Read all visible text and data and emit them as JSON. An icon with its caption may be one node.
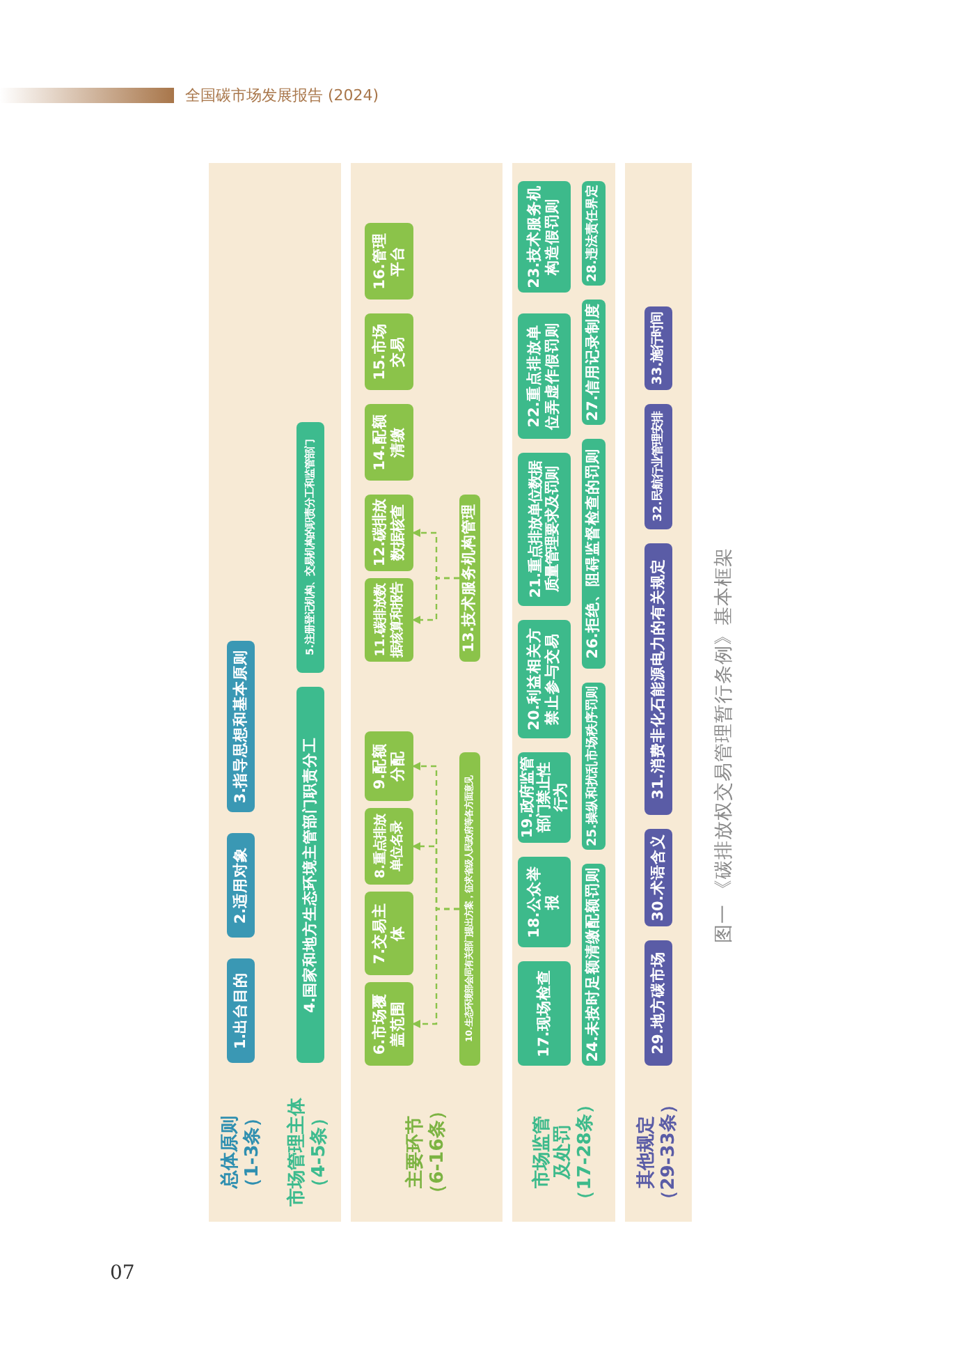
{
  "diagram": {
    "caption": "图一 《碳排放权交易管理暂行条例》基本框架",
    "nodes": [
      {
        "text": [
          "总体原则",
          "（1-3条）"
        ]
      },
      {
        "text": [
          "1.出台目的"
        ],
        "in": 0
      },
      {
        "text": [
          "2.适用对象"
        ],
        "in": 0
      },
      {
        "text": [
          "3.指导思想和基本原则"
        ],
        "in": 0
      },
      {
        "text": [
          "市场管理主体",
          "（4-5条）"
        ]
      },
      {
        "text": [
          "4.国家和地方生态环境主管部门职责分工"
        ],
        "in": 4
      },
      {
        "text": [
          "5.注册登记机构、交易机构的职责分工和监管部门"
        ],
        "in": 4
      },
      {
        "text": [
          "主要环节",
          "（6-16条）"
        ]
      },
      {
        "text": [
          "6.市场覆盖范围"
        ],
        "in": 7
      },
      {
        "text": [
          "7.交易主体"
        ],
        "in": 7
      },
      {
        "text": [
          "8.重点排放单位名录"
        ],
        "in": 7
      },
      {
        "text": [
          "9.配额分配"
        ],
        "in": 7
      },
      {
        "text": [
          "10.生态环境部会同有关部门提出方案，征求省级人民政府等各方面意见"
        ],
        "in": 7
      },
      {
        "text": [
          "11.碳排放数据核算和报告"
        ],
        "in": 7
      },
      {
        "text": [
          "12.碳排放数据核查"
        ],
        "in": 7
      },
      {
        "text": [
          "13.技术服务机构管理"
        ],
        "in": 7
      },
      {
        "text": [
          "14.配额清缴"
        ],
        "in": 7
      },
      {
        "text": [
          "15.市场交易"
        ],
        "in": 7
      },
      {
        "text": [
          "16.管理平台"
        ],
        "in": 7
      },
      {
        "text": [
          "市场监管及处罚",
          "（17-28条）"
        ]
      },
      {
        "text": [
          "17.现场检查"
        ],
        "in": 19
      },
      {
        "text": [
          "18.公众举报"
        ],
        "in": 19
      },
      {
        "text": [
          "19.政府监管部门禁止性行为"
        ],
        "in": 19
      },
      {
        "text": [
          "20.利益相关方禁止参与交易"
        ],
        "in": 19
      },
      {
        "text": [
          "21.重点排放单位数据质量管理要求及罚则"
        ],
        "in": 19
      },
      {
        "text": [
          "22.重点排放单位弄虚作假罚则"
        ],
        "in": 19
      },
      {
        "text": [
          "23.技术服务机构造假罚则"
        ],
        "in": 19
      },
      {
        "text": [
          "24.未按时足额清缴配额罚则"
        ],
        "in": 19
      },
      {
        "text": [
          "25.操纵和扰乱市场秩序罚则"
        ],
        "in": 19
      },
      {
        "text": [
          "26.拒绝、阻碍监督检查的罚则"
        ],
        "in": 19
      },
      {
        "text": [
          "27.信用记录制度"
        ],
        "in": 19
      },
      {
        "text": [
          "28.违法责任界定"
        ],
        "in": 19
      },
      {
        "text": [
          "其他规定",
          "（29-33条）"
        ]
      },
      {
        "text": [
          "29.地方碳市场"
        ],
        "in": 32
      },
      {
        "text": [
          "30.术语含义"
        ],
        "in": 32
      },
      {
        "text": [
          "31.消费非化石能源电力的有关规定"
        ],
        "in": 32
      },
      {
        "text": [
          "32.民航行业管理安排"
        ],
        "in": 32
      },
      {
        "text": [
          "33.施行时间"
        ],
        "in": 32
      }
    ],
    "edges": [
      {
        "from": 12,
        "to": 8,
        "arrow": "to",
        "style": "dashed"
      },
      {
        "from": 12,
        "to": 10,
        "arrow": "to",
        "style": "dashed"
      },
      {
        "from": 12,
        "to": 11,
        "arrow": "to",
        "style": "dashed"
      },
      {
        "from": 15,
        "to": 13,
        "arrow": "to",
        "style": "dashed"
      },
      {
        "from": 15,
        "to": 14,
        "arrow": "to",
        "style": "dashed"
      }
    ],
    "labels": [
      "全国碳市场发展报告 (2024)",
      "07"
    ]
  }
}
